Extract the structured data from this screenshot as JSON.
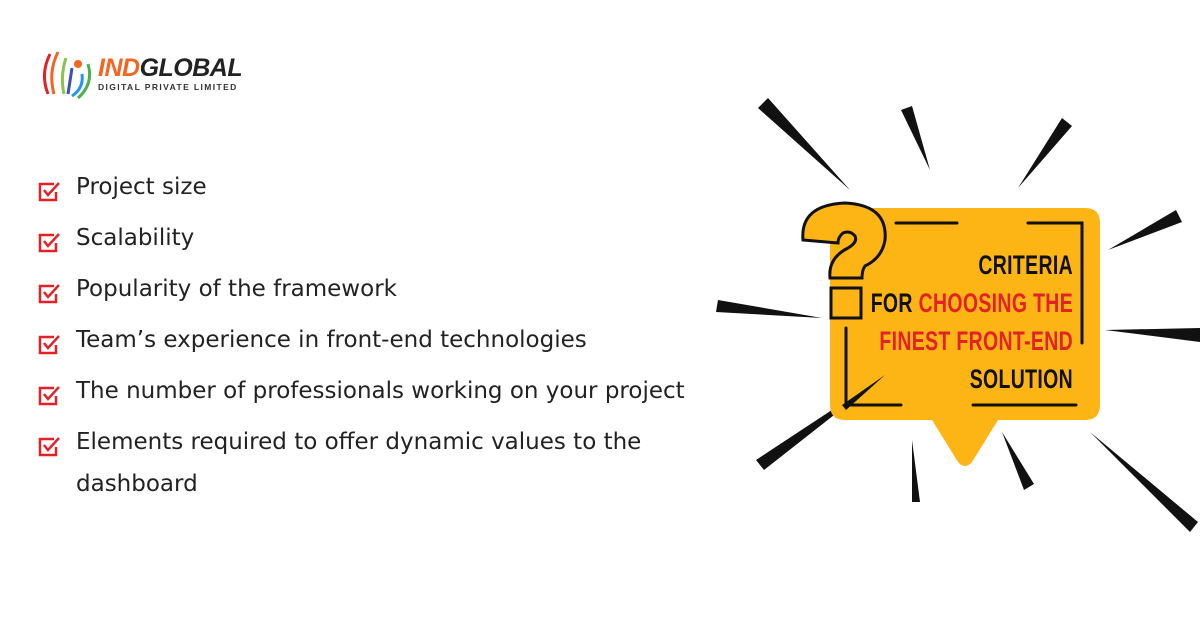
{
  "logo": {
    "name_part1": "IND",
    "name_part2": "GLOBAL",
    "subtitle": "DIGITAL PRIVATE LIMITED"
  },
  "criteria": [
    "Project size",
    "Scalability",
    "Popularity of the framework",
    "Team’s experience in front-end technologies",
    "The number of professionals working on your project",
    "Elements required to offer dynamic values to the dashboard"
  ],
  "bubble": {
    "line1": "CRITERIA",
    "line2_black": "FOR",
    "line2_red": "CHOOSING THE",
    "line3_red": "FINEST FRONT-END",
    "line4": "SOLUTION"
  },
  "colors": {
    "accent_red": "#e32227",
    "bubble_yellow": "#fdb515",
    "brand_orange": "#f26522"
  }
}
